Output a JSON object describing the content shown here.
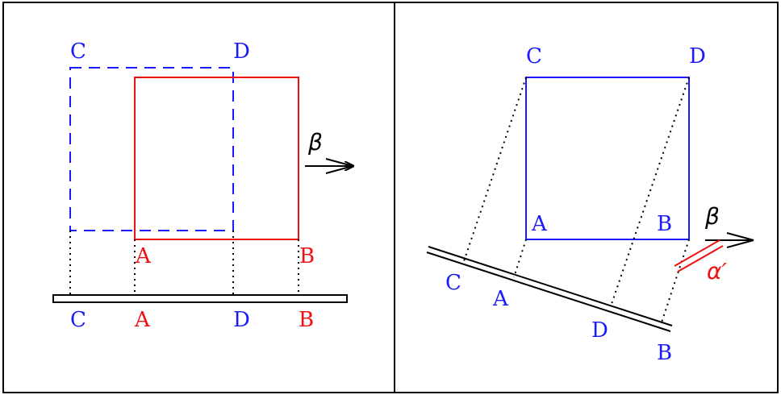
{
  "colors": {
    "blue": "#1a1aff",
    "red": "#ee1111",
    "black": "#000000"
  },
  "left_panel": {
    "labels": {
      "C_top": "C",
      "D_top": "D",
      "A_corner": "A",
      "B_corner": "B",
      "beta": "β",
      "C_proj": "C",
      "A_proj": "A",
      "D_proj": "D",
      "B_proj": "B"
    }
  },
  "right_panel": {
    "labels": {
      "C_top": "C",
      "D_top": "D",
      "A_corner": "A",
      "B_corner": "B",
      "beta": "β",
      "alpha_prime": "α′",
      "C_proj": "C",
      "A_proj": "A",
      "D_proj": "D",
      "B_proj": "B"
    }
  }
}
